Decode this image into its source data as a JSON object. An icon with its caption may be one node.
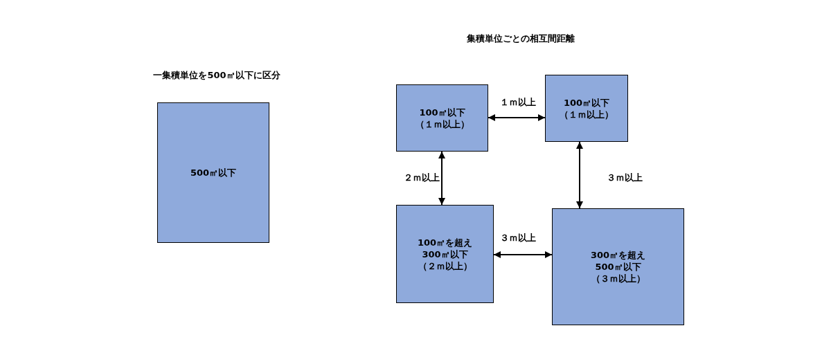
{
  "diagram": {
    "nodes": [
      {
        "text": [
          "500㎡以下"
        ]
      },
      {
        "text": [
          "100㎡以下",
          "（１ｍ以上）"
        ]
      },
      {
        "text": [
          "100㎡以下",
          "（１ｍ以上）"
        ]
      },
      {
        "text": [
          "100㎡を超え",
          "300㎡以下",
          "（２ｍ以上）"
        ]
      },
      {
        "text": [
          "300㎡を超え",
          "500㎡以下",
          "（３ｍ以上）"
        ]
      }
    ],
    "edges": [
      {
        "from": 1,
        "to": 2,
        "arrow": "both",
        "label": "１ｍ以上"
      },
      {
        "from": 1,
        "to": 3,
        "arrow": "both",
        "label": "２ｍ以上"
      },
      {
        "from": 2,
        "to": 4,
        "arrow": "both",
        "label": "３ｍ以上"
      },
      {
        "from": 3,
        "to": 4,
        "arrow": "both",
        "label": "３ｍ以上"
      }
    ],
    "labels": [
      "集積単位ごとの相互間距離",
      "一集積単位を500㎡以下に区分"
    ]
  }
}
